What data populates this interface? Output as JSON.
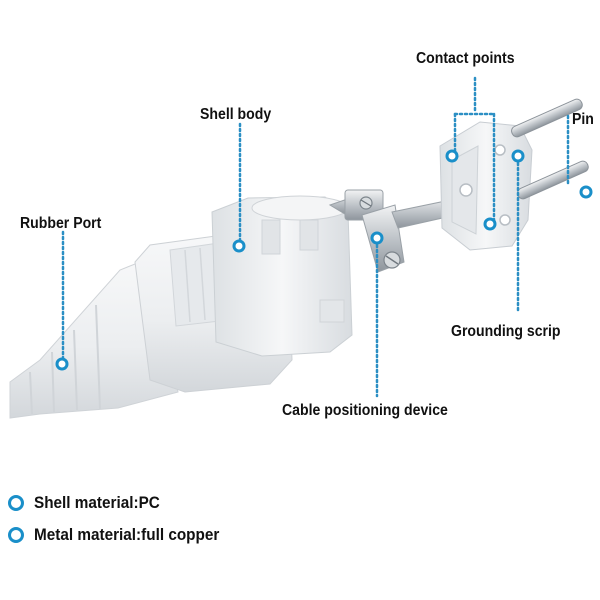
{
  "labels": {
    "contact_points": "Contact points",
    "pin": "Pin",
    "shell_body": "Shell body",
    "rubber_port": "Rubber Port",
    "grounding_scrip": "Grounding scrip",
    "cable_positioning_device": "Cable positioning device"
  },
  "legend": [
    {
      "text": "Shell material:PC"
    },
    {
      "text": "Metal material:full copper"
    }
  ],
  "colors": {
    "accent": "#1a8fc9",
    "leader": "#2b8fc4",
    "text": "#111111",
    "plastic": "#eef0f2",
    "plastic_shade": "#d9dde1",
    "metal": "#c9ced3"
  }
}
